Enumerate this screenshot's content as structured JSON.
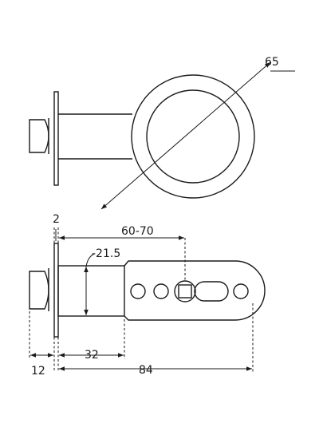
{
  "dimensions": {
    "rose_diameter": "65",
    "plate_thickness": "2",
    "backset": "60-70",
    "bore_diameter": "-21.5",
    "face_to_plate": "12",
    "tube_length": "32",
    "overall_length": "84"
  }
}
